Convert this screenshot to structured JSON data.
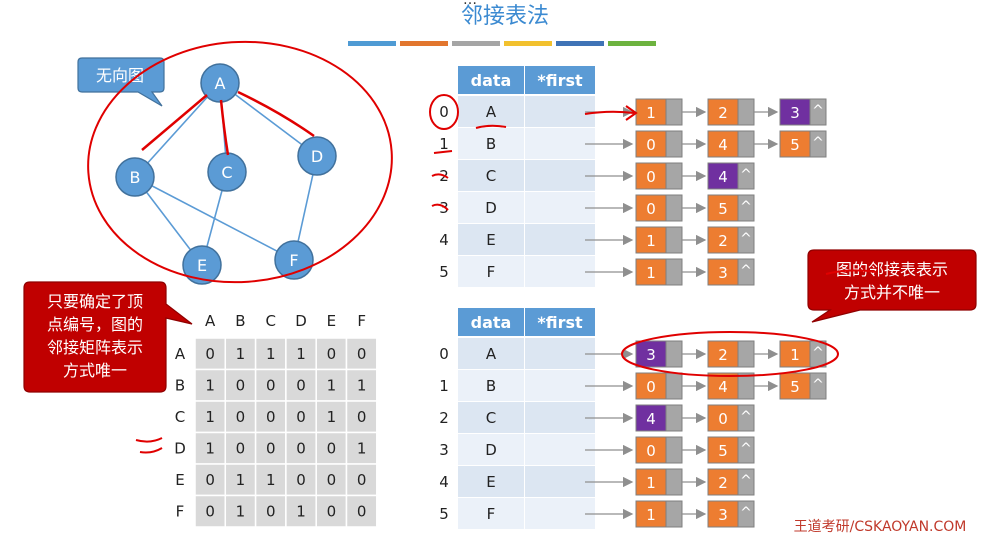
{
  "slide": {
    "title": "邻接表法",
    "top_cropped_text": "…",
    "footer": "王道考研/CSKAOYAN.COM",
    "color_bar": [
      "#4f9bd4",
      "#e2762e",
      "#a5a5a5",
      "#f2c12e",
      "#3f73b6",
      "#6db33f"
    ]
  },
  "graph": {
    "label": "无向图",
    "nodes": [
      {
        "id": "A"
      },
      {
        "id": "B"
      },
      {
        "id": "C"
      },
      {
        "id": "D"
      },
      {
        "id": "E"
      },
      {
        "id": "F"
      }
    ],
    "edges": [
      [
        "A",
        "B"
      ],
      [
        "A",
        "C"
      ],
      [
        "A",
        "D"
      ],
      [
        "B",
        "E"
      ],
      [
        "B",
        "F"
      ],
      [
        "C",
        "E"
      ],
      [
        "D",
        "F"
      ]
    ]
  },
  "matrix": {
    "labels": [
      "A",
      "B",
      "C",
      "D",
      "E",
      "F"
    ],
    "rows": [
      [
        0,
        1,
        1,
        1,
        0,
        0
      ],
      [
        1,
        0,
        0,
        0,
        1,
        1
      ],
      [
        1,
        0,
        0,
        0,
        1,
        0
      ],
      [
        1,
        0,
        0,
        0,
        0,
        1
      ],
      [
        0,
        1,
        1,
        0,
        0,
        0
      ],
      [
        0,
        1,
        0,
        1,
        0,
        0
      ]
    ],
    "note_lines": [
      "只要确定了顶",
      "点编号，图的",
      "邻接矩阵表示",
      "方式唯一"
    ]
  },
  "adj_header": {
    "data": "data",
    "first": "*first"
  },
  "adj_table1": {
    "indices": [
      "0",
      "1",
      "2",
      "3",
      "4",
      "5"
    ],
    "vertices": [
      "A",
      "B",
      "C",
      "D",
      "E",
      "F"
    ],
    "lists": [
      [
        {
          "v": "1",
          "c": "orange"
        },
        {
          "v": "2",
          "c": "orange"
        },
        {
          "v": "3",
          "c": "purple"
        }
      ],
      [
        {
          "v": "0",
          "c": "orange"
        },
        {
          "v": "4",
          "c": "orange"
        },
        {
          "v": "5",
          "c": "orange"
        }
      ],
      [
        {
          "v": "0",
          "c": "orange"
        },
        {
          "v": "4",
          "c": "purple"
        }
      ],
      [
        {
          "v": "0",
          "c": "orange"
        },
        {
          "v": "5",
          "c": "orange"
        }
      ],
      [
        {
          "v": "1",
          "c": "orange"
        },
        {
          "v": "2",
          "c": "orange"
        }
      ],
      [
        {
          "v": "1",
          "c": "orange"
        },
        {
          "v": "3",
          "c": "orange"
        }
      ]
    ]
  },
  "adj_table2": {
    "indices": [
      "0",
      "1",
      "2",
      "3",
      "4",
      "5"
    ],
    "vertices": [
      "A",
      "B",
      "C",
      "D",
      "E",
      "F"
    ],
    "lists": [
      [
        {
          "v": "3",
          "c": "purple"
        },
        {
          "v": "2",
          "c": "orange"
        },
        {
          "v": "1",
          "c": "orange"
        }
      ],
      [
        {
          "v": "0",
          "c": "orange"
        },
        {
          "v": "4",
          "c": "orange"
        },
        {
          "v": "5",
          "c": "orange"
        }
      ],
      [
        {
          "v": "4",
          "c": "purple"
        },
        {
          "v": "0",
          "c": "orange"
        }
      ],
      [
        {
          "v": "0",
          "c": "orange"
        },
        {
          "v": "5",
          "c": "orange"
        }
      ],
      [
        {
          "v": "1",
          "c": "orange"
        },
        {
          "v": "2",
          "c": "orange"
        }
      ],
      [
        {
          "v": "1",
          "c": "orange"
        },
        {
          "v": "3",
          "c": "orange"
        }
      ]
    ]
  },
  "callout2_lines": [
    "图的邻接表表示",
    "方式并不唯一"
  ],
  "null_symbol": "^",
  "colors": {
    "node_fill": "#5b9bd5",
    "node_stroke": "#41719c",
    "edge": "#5b9bd5",
    "callout_blue": "#5b9bd5",
    "callout_red": "#c00000",
    "table_header": "#5b9bd5",
    "table_row_a": "#dce6f2",
    "table_row_b": "#ebf1f9",
    "orange": "#ed7d31",
    "purple": "#7030a0",
    "gray_cell": "#a6a6a6",
    "matrix_cell": "#d9d9d9",
    "annot_red": "#e00000"
  }
}
